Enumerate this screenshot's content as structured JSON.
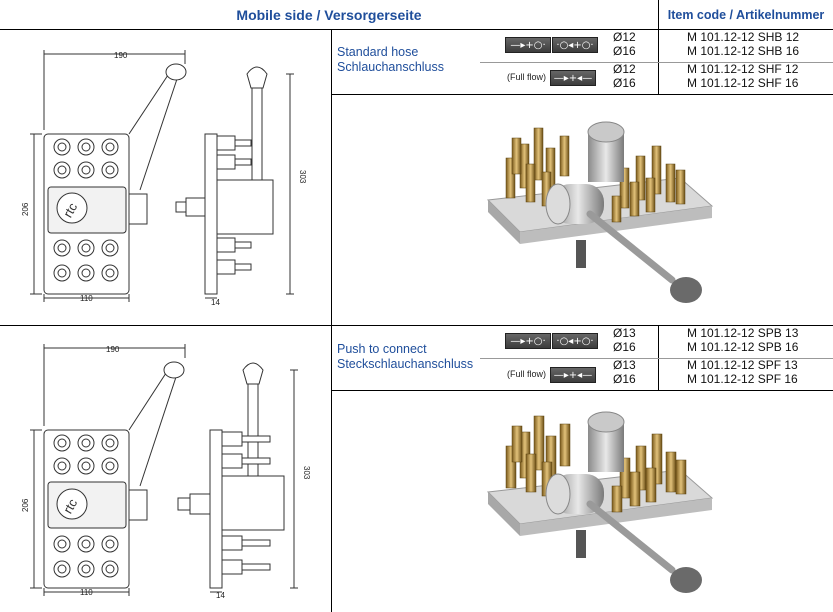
{
  "header": {
    "left_title": "Mobile side / Versorgerseite",
    "right_title": "Item code / Artikelnummer"
  },
  "rows": [
    {
      "desc_line1": "Standard hose",
      "desc_line2": "Schlauchanschluss",
      "variants": [
        {
          "sizes": [
            "Ø12",
            "Ø16"
          ],
          "codes": [
            "M 101.12-12 SHB 12",
            "M 101.12-12 SHB 16"
          ]
        },
        {
          "label": "(Full flow)",
          "sizes": [
            "Ø12",
            "Ø16"
          ],
          "codes": [
            "M 101.12-12 SHF 12",
            "M 101.12-12 SHF 16"
          ]
        }
      ],
      "dims": {
        "width": "190",
        "height": "206",
        "depth": "303",
        "bottom": "110",
        "small": "14"
      },
      "logo": "rtc"
    },
    {
      "desc_line1": "Push to connect",
      "desc_line2": "Steckschlauchanschluss",
      "variants": [
        {
          "sizes": [
            "Ø13",
            "Ø16"
          ],
          "codes": [
            "M 101.12-12 SPB 13",
            "M 101.12-12 SPB 16"
          ]
        },
        {
          "label": "(Full flow)",
          "sizes": [
            "Ø13",
            "Ø16"
          ],
          "codes": [
            "M 101.12-12 SPF 13",
            "M 101.12-12 SPF 16"
          ]
        }
      ],
      "dims": {
        "width": "190",
        "height": "206",
        "depth": "303",
        "bottom": "110",
        "small": "14"
      },
      "logo": "rtc"
    }
  ],
  "icons": [
    "flow-symbol-icon",
    "coupling-symbol-icon"
  ],
  "colors": {
    "header_text": "#1f4e9b",
    "lines": "#000000",
    "symbol_bg": "#4a4a4a"
  }
}
